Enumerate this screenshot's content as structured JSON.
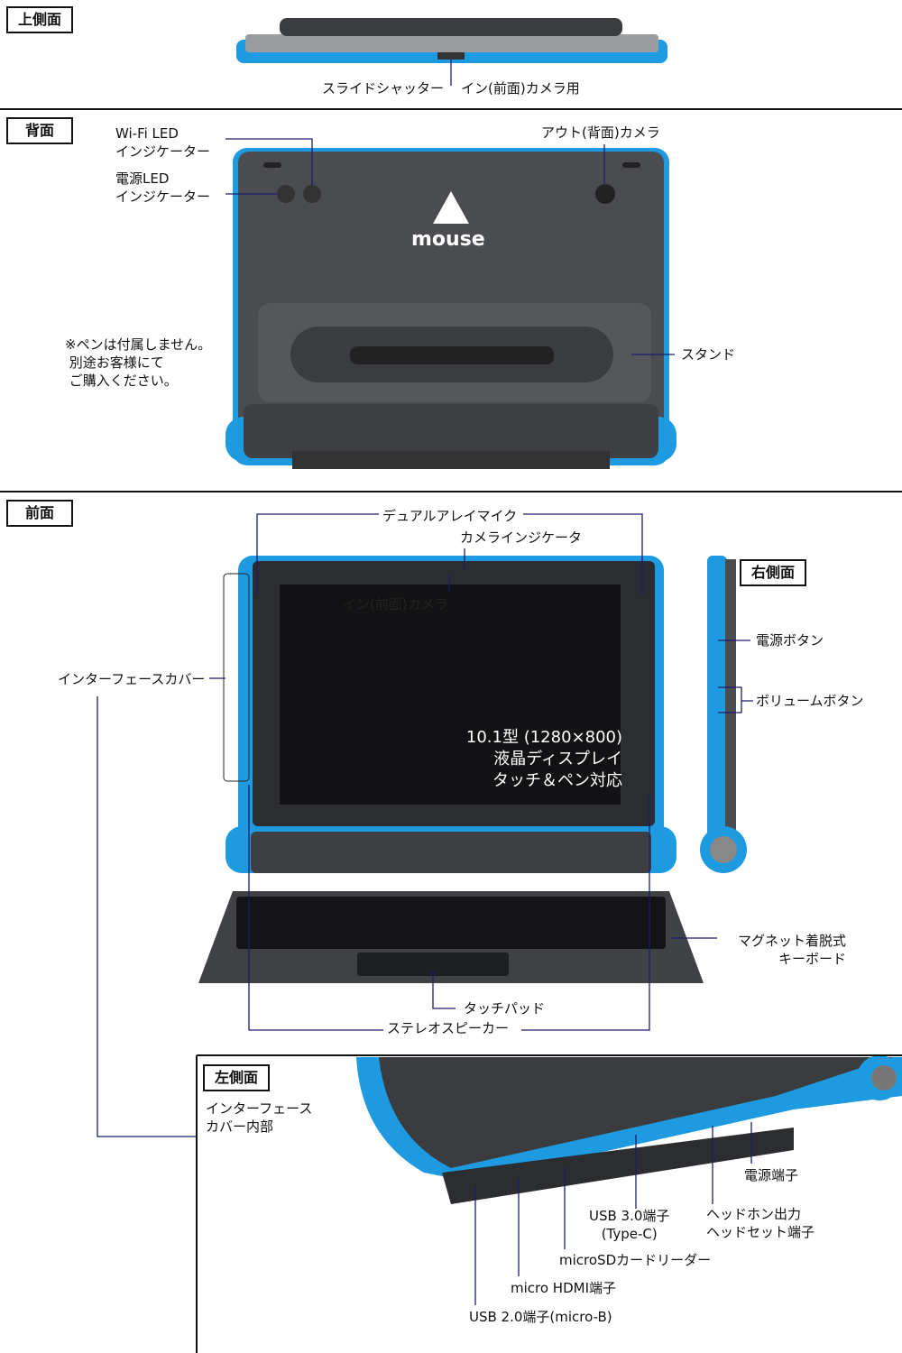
{
  "sections": {
    "top": {
      "label": "上側面",
      "annotations": {
        "slide_shutter": "スライドシャッター",
        "camera_for": "イン(前面)カメラ用"
      }
    },
    "back": {
      "label": "背面",
      "annotations": {
        "wifi_led": "Wi-Fi LED\nインジケーター",
        "power_led": "電源LED\nインジケーター",
        "rear_camera": "アウト(背面)カメラ",
        "stand": "スタンド",
        "pen_note": "※ペンは付属しません。\n 別途お客様にて\n ご購入ください。"
      },
      "logo": "mouse"
    },
    "front": {
      "label": "前面",
      "annotations": {
        "dual_mic": "デュアルアレイマイク",
        "camera_indicator": "カメラインジケータ",
        "front_camera": "イン(前面)カメラ",
        "interface_cover": "インターフェースカバー",
        "display": "10.1型 (1280×800)\n液晶ディスプレイ\nタッチ＆ペン対応",
        "keyboard": "マグネット着脱式\nキーボード",
        "touchpad": "タッチパッド",
        "speaker": "ステレオスピーカー"
      }
    },
    "right": {
      "label": "右側面",
      "annotations": {
        "power_button": "電源ボタン",
        "volume_button": "ボリュームボタン"
      }
    },
    "left": {
      "label": "左側面",
      "annotations": {
        "cover_inside": "インターフェース\nカバー内部",
        "power_port": "電源端子",
        "usb3": "USB 3.0端子\n(Type-C)",
        "headphone": "ヘッドホン出力\nヘッドセット端子",
        "microsd": "microSDカードリーダー",
        "hdmi": "micro HDMI端子",
        "usb2": "USB 2.0端子(micro-B)"
      }
    }
  },
  "colors": {
    "accent_blue": "#1e9be0",
    "body_gray": "#4a4c50",
    "leader_line": "#1c1c6a"
  }
}
